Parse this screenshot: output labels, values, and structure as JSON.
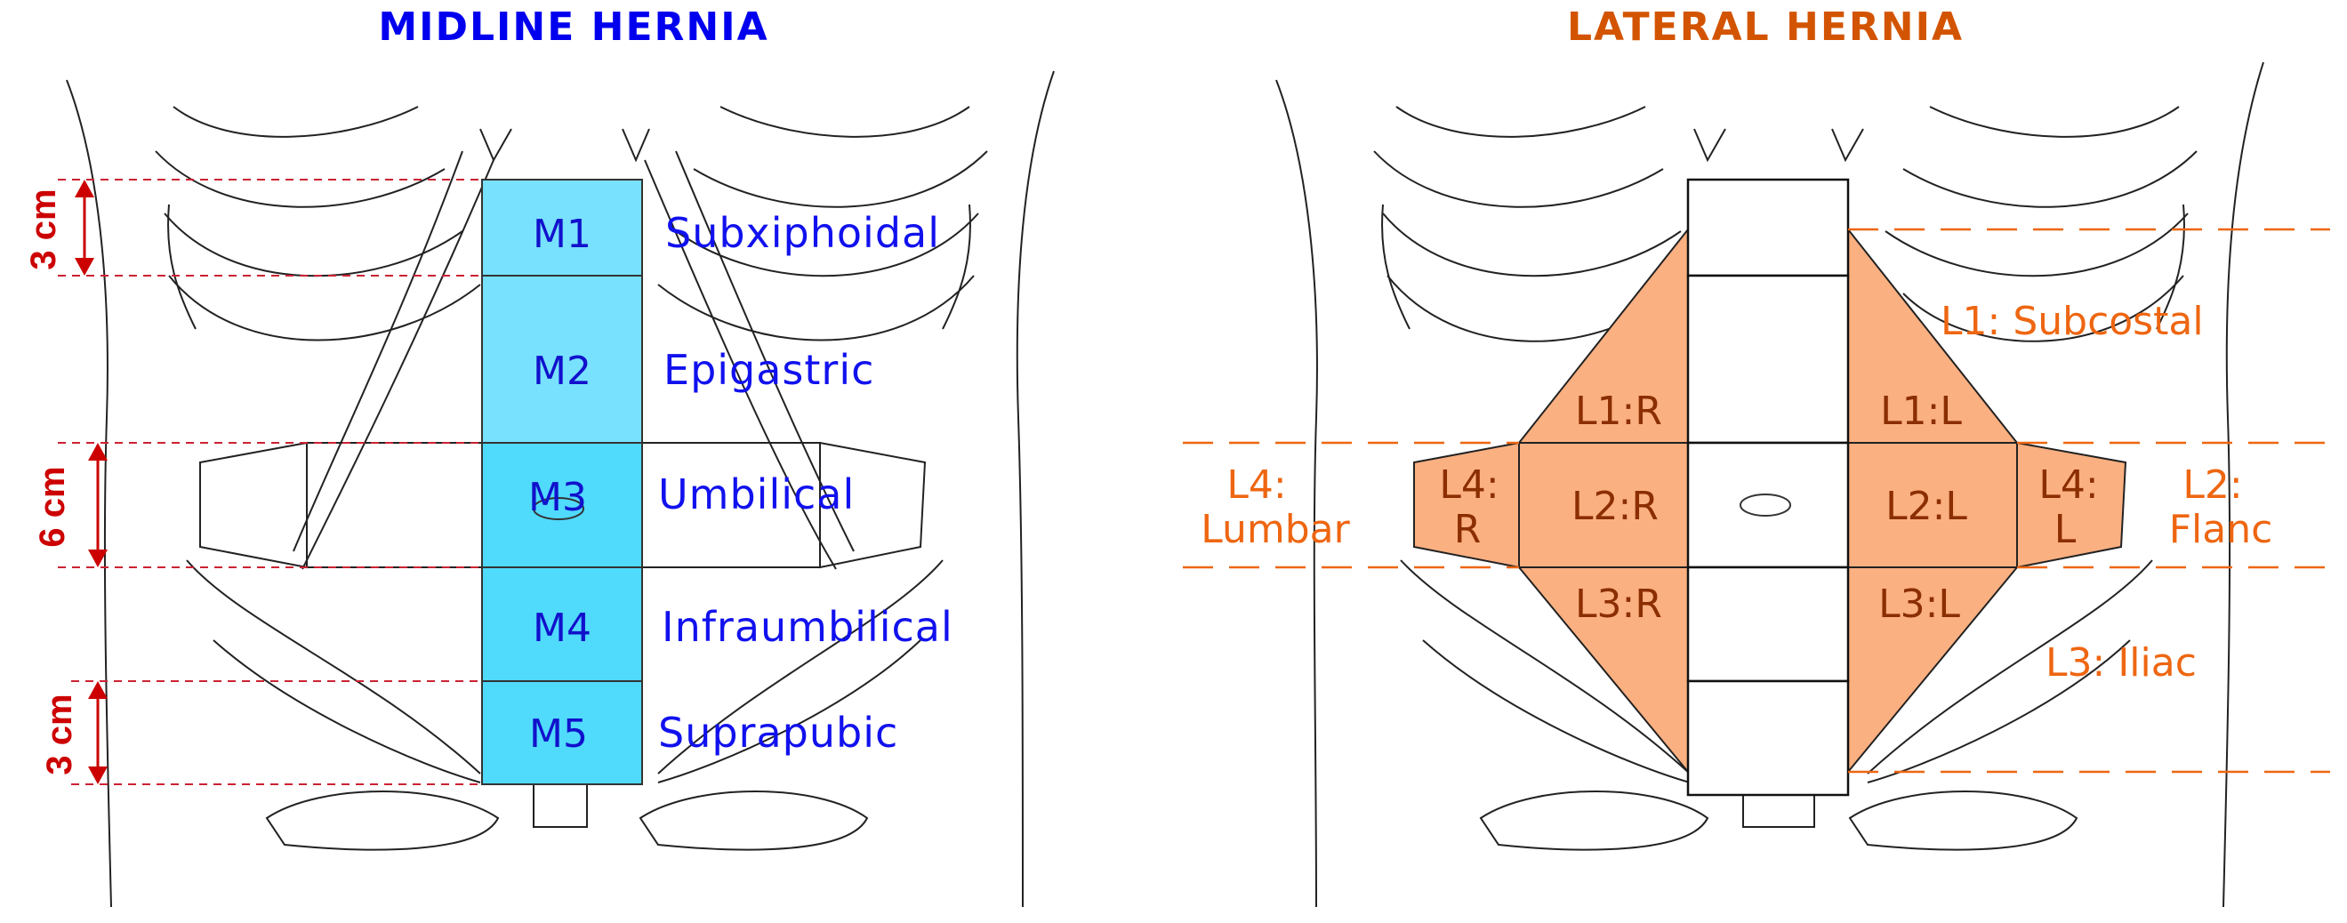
{
  "midline": {
    "title": "MIDLINE HERNIA",
    "title_color": "#0000ee",
    "zones": [
      {
        "code": "M1",
        "name": "Subxiphoidal"
      },
      {
        "code": "M2",
        "name": "Epigastric"
      },
      {
        "code": "M3",
        "name": "Umbilical"
      },
      {
        "code": "M4",
        "name": "Infraumbilical"
      },
      {
        "code": "M5",
        "name": "Suprapubic"
      }
    ],
    "zone_fill": "#78e1fd",
    "measurements": [
      "3 cm",
      "6 cm",
      "3 cm"
    ],
    "measure_color": "#cc0000"
  },
  "lateral": {
    "title": "LATERAL HERNIA",
    "title_color": "#d35400",
    "zone_fill": "#fbb081",
    "label_color": "#ee6611",
    "zones": {
      "l1r": "L1:R",
      "l1l": "L1:L",
      "l2r": "L2:R",
      "l2l": "L2:L",
      "l3r": "L3:R",
      "l3l": "L3:L",
      "l4r_top": "L4:",
      "l4r_bot": "R",
      "l4l_top": "L4:",
      "l4l_bot": "L"
    },
    "regions": {
      "l1": "L1: Subcostal",
      "l4_top": "L4:",
      "l4_bot": "Lumbar",
      "l2_top": "L2:",
      "l2_bot": "Flanc",
      "l3": "L3: Iliac"
    }
  }
}
